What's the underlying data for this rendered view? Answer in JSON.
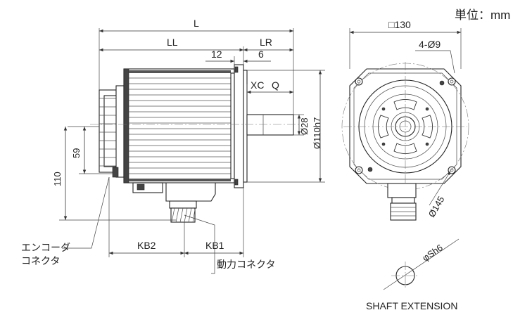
{
  "unit_label": "単位：mm",
  "side_view": {
    "dim_L": "L",
    "dim_LL": "LL",
    "dim_LR": "LR",
    "dim_12": "12",
    "dim_6": "6",
    "dim_XC": "XC",
    "dim_Q": "Q",
    "dim_28": "Ø28",
    "dim_110h7": "Ø110h7",
    "dim_59": "59",
    "dim_110": "110",
    "dim_KB2": "KB2",
    "dim_KB1": "KB1"
  },
  "labels": {
    "encoder_connector_line1": "エンコーダ",
    "encoder_connector_line2": "コネクタ",
    "power_connector": "動力コネクタ"
  },
  "front_view": {
    "dim_square": "□130",
    "dim_holes": "4-Ø9",
    "dim_pcd": "Ø145"
  },
  "shaft": {
    "dim_shaft": "φSh6",
    "title": "SHAFT EXTENSION"
  }
}
